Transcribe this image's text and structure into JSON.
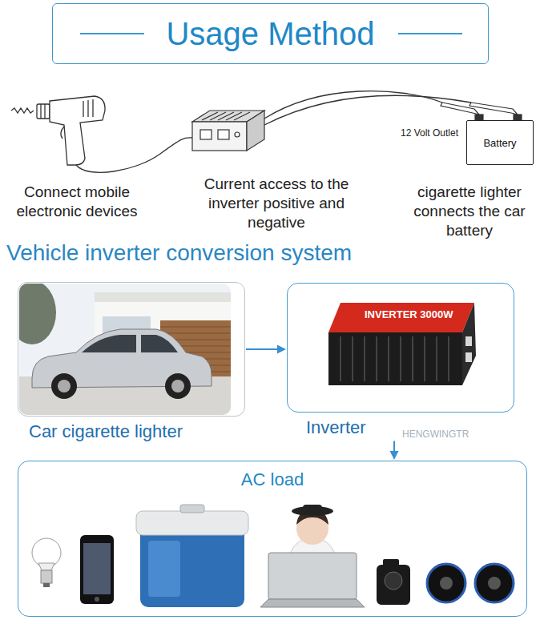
{
  "diagram": {
    "nodes": [
      {
        "text": [
          "Usage Method"
        ]
      },
      {
        "text": [
          "Battery"
        ]
      },
      {
        "text": [
          "Car cigarette lighter"
        ]
      },
      {
        "text": [
          "Inverter"
        ]
      },
      {
        "text": [
          "AC load"
        ]
      }
    ],
    "edges": [
      {
        "from": 2,
        "to": 3,
        "arrow": "to"
      },
      {
        "from": 3,
        "to": 4,
        "arrow": "to"
      }
    ],
    "labels": [
      "12 Volt Outlet",
      "Connect mobile electronic devices",
      "Current access to the inverter positive and negative",
      "cigarette lighter connects the car battery",
      "Vehicle inverter conversion system",
      "INVERTER 3000W",
      "HENGWINGTR"
    ]
  }
}
